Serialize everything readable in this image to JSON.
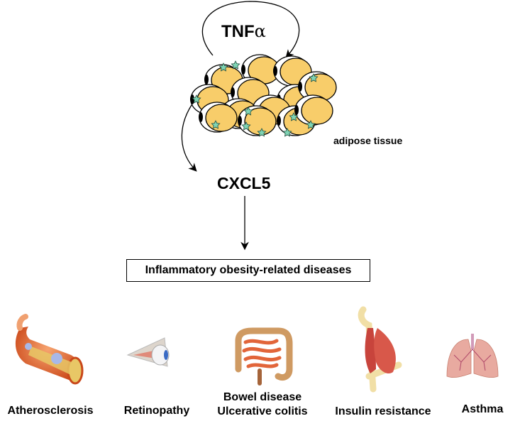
{
  "diagram": {
    "cytokine": {
      "name": "TNF",
      "suffix": "α"
    },
    "tissue_label": "adipose tissue",
    "chemokine": "CXCL5",
    "outcome_box": "Inflammatory obesity-related diseases",
    "diseases": [
      {
        "icon": "artery-icon",
        "lines": [
          "Atherosclerosis"
        ]
      },
      {
        "icon": "eye-icon",
        "lines": [
          "Retinopathy"
        ]
      },
      {
        "icon": "intestine-icon",
        "lines": [
          "Bowel disease",
          "Ulcerative colitis"
        ]
      },
      {
        "icon": "muscle-icon",
        "lines": [
          "Insulin resistance"
        ]
      },
      {
        "icon": "lungs-icon",
        "lines": [
          "Asthma"
        ]
      }
    ],
    "colors": {
      "adipocyte_fill": "#f8cd6a",
      "macrophage_fill": "#7fd4b4",
      "artery": "#d9521e",
      "muscle": "#d8584a",
      "bone": "#f3e1a8",
      "lung": "#e8aaa0",
      "intestine": "#e26a3c",
      "colon": "#d6a26a"
    }
  }
}
